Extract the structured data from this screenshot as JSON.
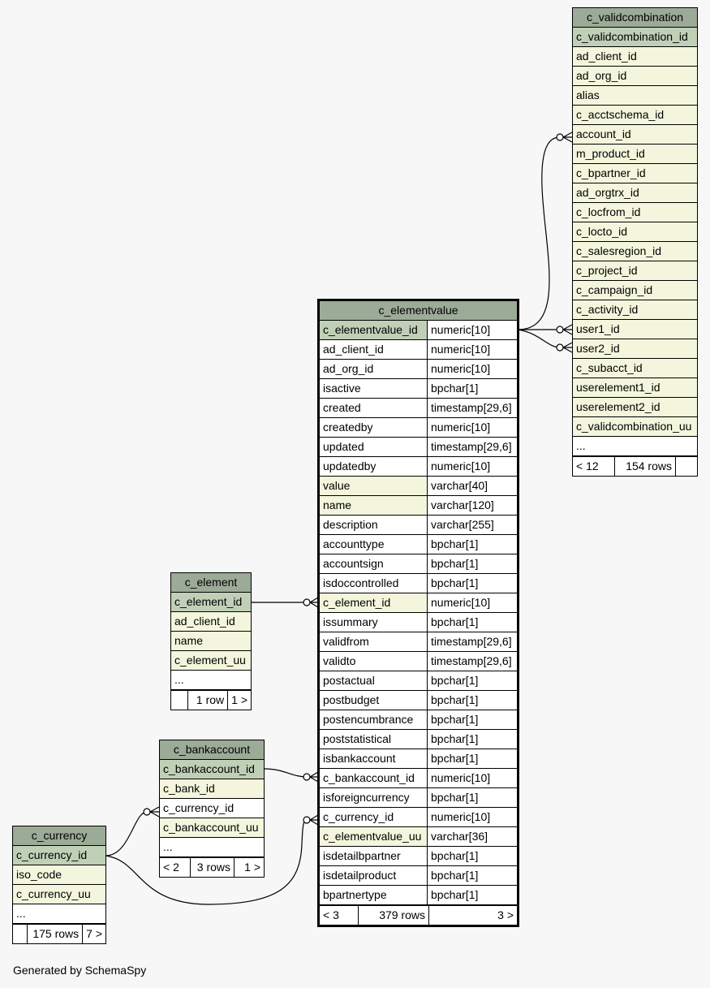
{
  "footer_text": "Generated by SchemaSpy",
  "tables": {
    "c_validcombination": {
      "name": "c_validcombination",
      "columns": [
        {
          "name": "c_validcombination_id",
          "kind": "pk"
        },
        {
          "name": "ad_client_id",
          "kind": "fk"
        },
        {
          "name": "ad_org_id",
          "kind": "fk"
        },
        {
          "name": "alias",
          "kind": "fk"
        },
        {
          "name": "c_acctschema_id",
          "kind": "fk"
        },
        {
          "name": "account_id",
          "kind": "fk"
        },
        {
          "name": "m_product_id",
          "kind": "fk"
        },
        {
          "name": "c_bpartner_id",
          "kind": "fk"
        },
        {
          "name": "ad_orgtrx_id",
          "kind": "fk"
        },
        {
          "name": "c_locfrom_id",
          "kind": "fk"
        },
        {
          "name": "c_locto_id",
          "kind": "fk"
        },
        {
          "name": "c_salesregion_id",
          "kind": "fk"
        },
        {
          "name": "c_project_id",
          "kind": "fk"
        },
        {
          "name": "c_campaign_id",
          "kind": "fk"
        },
        {
          "name": "c_activity_id",
          "kind": "fk"
        },
        {
          "name": "user1_id",
          "kind": "fk"
        },
        {
          "name": "user2_id",
          "kind": "fk"
        },
        {
          "name": "c_subacct_id",
          "kind": "fk"
        },
        {
          "name": "userelement1_id",
          "kind": "fk"
        },
        {
          "name": "userelement2_id",
          "kind": "fk"
        },
        {
          "name": "c_validcombination_uu",
          "kind": "fk"
        },
        {
          "name": "...",
          "kind": "plain"
        }
      ],
      "footer": [
        "< 12",
        "154 rows",
        ""
      ]
    },
    "c_elementvalue": {
      "name": "c_elementvalue",
      "columns": [
        {
          "name": "c_elementvalue_id",
          "type": "numeric[10]",
          "kind": "pk"
        },
        {
          "name": "ad_client_id",
          "type": "numeric[10]",
          "kind": "plain"
        },
        {
          "name": "ad_org_id",
          "type": "numeric[10]",
          "kind": "plain"
        },
        {
          "name": "isactive",
          "type": "bpchar[1]",
          "kind": "plain"
        },
        {
          "name": "created",
          "type": "timestamp[29,6]",
          "kind": "plain"
        },
        {
          "name": "createdby",
          "type": "numeric[10]",
          "kind": "plain"
        },
        {
          "name": "updated",
          "type": "timestamp[29,6]",
          "kind": "plain"
        },
        {
          "name": "updatedby",
          "type": "numeric[10]",
          "kind": "plain"
        },
        {
          "name": "value",
          "type": "varchar[40]",
          "kind": "fk"
        },
        {
          "name": "name",
          "type": "varchar[120]",
          "kind": "fk"
        },
        {
          "name": "description",
          "type": "varchar[255]",
          "kind": "plain"
        },
        {
          "name": "accounttype",
          "type": "bpchar[1]",
          "kind": "plain"
        },
        {
          "name": "accountsign",
          "type": "bpchar[1]",
          "kind": "plain"
        },
        {
          "name": "isdoccontrolled",
          "type": "bpchar[1]",
          "kind": "plain"
        },
        {
          "name": "c_element_id",
          "type": "numeric[10]",
          "kind": "fk"
        },
        {
          "name": "issummary",
          "type": "bpchar[1]",
          "kind": "plain"
        },
        {
          "name": "validfrom",
          "type": "timestamp[29,6]",
          "kind": "plain"
        },
        {
          "name": "validto",
          "type": "timestamp[29,6]",
          "kind": "plain"
        },
        {
          "name": "postactual",
          "type": "bpchar[1]",
          "kind": "plain"
        },
        {
          "name": "postbudget",
          "type": "bpchar[1]",
          "kind": "plain"
        },
        {
          "name": "postencumbrance",
          "type": "bpchar[1]",
          "kind": "plain"
        },
        {
          "name": "poststatistical",
          "type": "bpchar[1]",
          "kind": "plain"
        },
        {
          "name": "isbankaccount",
          "type": "bpchar[1]",
          "kind": "plain"
        },
        {
          "name": "c_bankaccount_id",
          "type": "numeric[10]",
          "kind": "plain"
        },
        {
          "name": "isforeigncurrency",
          "type": "bpchar[1]",
          "kind": "plain"
        },
        {
          "name": "c_currency_id",
          "type": "numeric[10]",
          "kind": "plain"
        },
        {
          "name": "c_elementvalue_uu",
          "type": "varchar[36]",
          "kind": "fk"
        },
        {
          "name": "isdetailbpartner",
          "type": "bpchar[1]",
          "kind": "plain"
        },
        {
          "name": "isdetailproduct",
          "type": "bpchar[1]",
          "kind": "plain"
        },
        {
          "name": "bpartnertype",
          "type": "bpchar[1]",
          "kind": "plain"
        }
      ],
      "footer": [
        "< 3",
        "379 rows",
        "3 >"
      ]
    },
    "c_element": {
      "name": "c_element",
      "columns": [
        {
          "name": "c_element_id",
          "kind": "pk"
        },
        {
          "name": "ad_client_id",
          "kind": "fk"
        },
        {
          "name": "name",
          "kind": "fk"
        },
        {
          "name": "c_element_uu",
          "kind": "fk"
        },
        {
          "name": "...",
          "kind": "plain"
        }
      ],
      "footer": [
        "",
        "1 row",
        "1 >"
      ]
    },
    "c_bankaccount": {
      "name": "c_bankaccount",
      "columns": [
        {
          "name": "c_bankaccount_id",
          "kind": "pk"
        },
        {
          "name": "c_bank_id",
          "kind": "fk"
        },
        {
          "name": "c_currency_id",
          "kind": "plain"
        },
        {
          "name": "c_bankaccount_uu",
          "kind": "fk"
        },
        {
          "name": "...",
          "kind": "plain"
        }
      ],
      "footer": [
        "< 2",
        "3 rows",
        "1 >"
      ]
    },
    "c_currency": {
      "name": "c_currency",
      "columns": [
        {
          "name": "c_currency_id",
          "kind": "pk"
        },
        {
          "name": "iso_code",
          "kind": "fk"
        },
        {
          "name": "c_currency_uu",
          "kind": "fk"
        },
        {
          "name": "...",
          "kind": "plain"
        }
      ],
      "footer": [
        "",
        "175 rows",
        "7 >"
      ]
    }
  }
}
